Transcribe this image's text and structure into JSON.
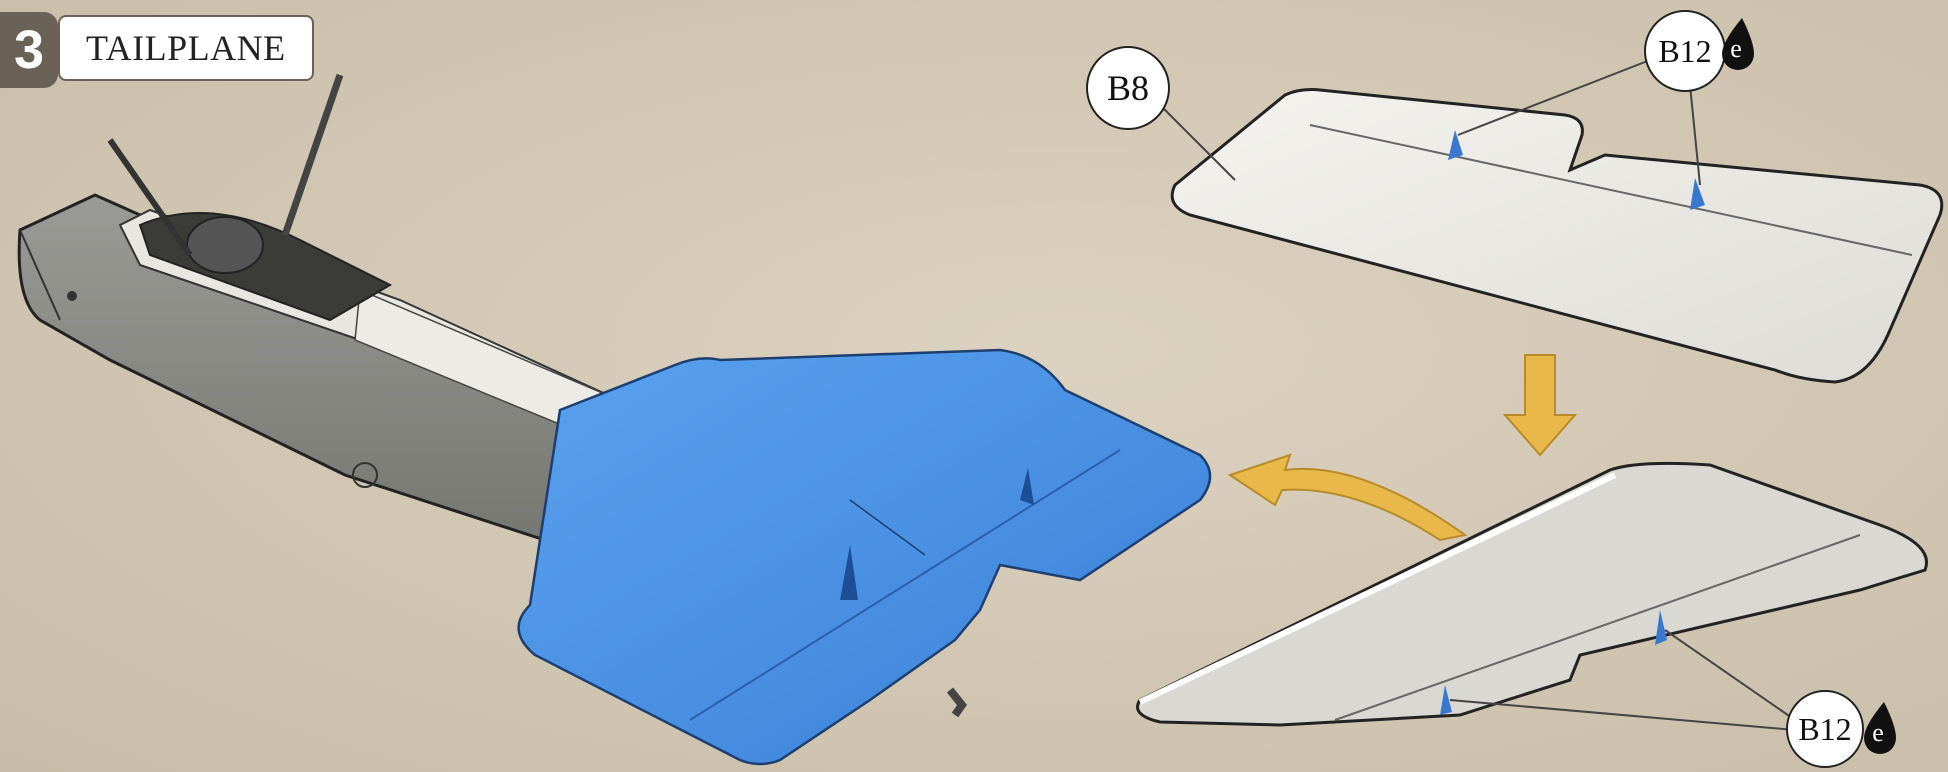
{
  "step": {
    "number": "3",
    "title": "TAILPLANE"
  },
  "parts": {
    "b8": "B8",
    "b12_top": "B12",
    "b12_bottom": "B12"
  },
  "glue_marker": {
    "letter_top": "e",
    "letter_bottom": "e"
  },
  "colors": {
    "highlight_blue": "#4a90e0",
    "arrow_yellow": "#e8b84a",
    "step_badge": "#6b6257"
  }
}
